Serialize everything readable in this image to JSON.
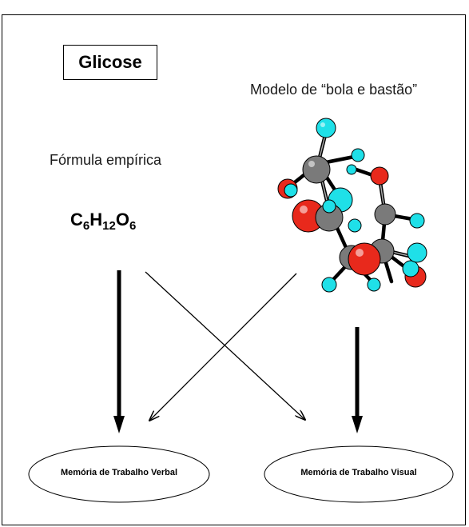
{
  "title": "Glicose",
  "labels": {
    "ball_stick": "Modelo de “bola e bastão”",
    "empirical": "Fórmula empírica"
  },
  "formula": {
    "c": "C",
    "c_sub": "6",
    "h": "H",
    "h_sub": "12",
    "o": "O",
    "o_sub": "6"
  },
  "memory": {
    "verbal": "Memória de Trabalho Verbal",
    "visual": "Memória de Trabalho Visual"
  },
  "colors": {
    "carbon": "#7a7a7a",
    "oxygen": "#e8291c",
    "hydrogen": "#1fe0e8",
    "line": "#000000"
  }
}
